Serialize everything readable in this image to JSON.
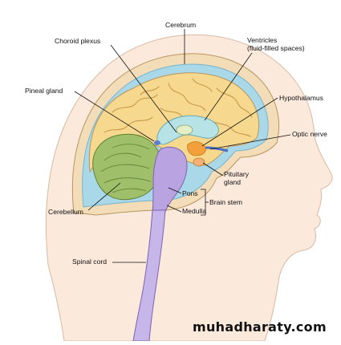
{
  "labels": {
    "cerebrum": "Cerebrum",
    "choroid_plexus": "Choroid plexus",
    "ventricles_line1": "Ventricles",
    "ventricles_line2": "(fluid-filled spaces)",
    "pineal_gland": "Pineal gland",
    "hypothalamus": "Hypothalamus",
    "optic_nerve": "Optic nerve",
    "pituitary_line1": "Pituitary",
    "pituitary_line2": "gland",
    "pons": "Pons",
    "brain_stem": "Brain stem",
    "medulla": "Medulla",
    "cerebellum": "Cerebellum",
    "spinal_cord": "Spinal cord"
  },
  "watermark": "muhadharaty.com",
  "colors": {
    "skin": "#fbe9dc",
    "skull": "#f6e4c8",
    "csf_layer": "#a9d8e8",
    "cerebrum": "#f6d98e",
    "gyri_lines": "#c69a4a",
    "ventricle": "#b7e3e6",
    "cerebellum": "#9fbf6a",
    "brain_stem": "#b9a3e0",
    "spinal_cord": "#c7b6ea",
    "hypothalamus": "#f2a03a",
    "pituitary": "#f3b07a",
    "pineal": "#5b7fd0"
  }
}
